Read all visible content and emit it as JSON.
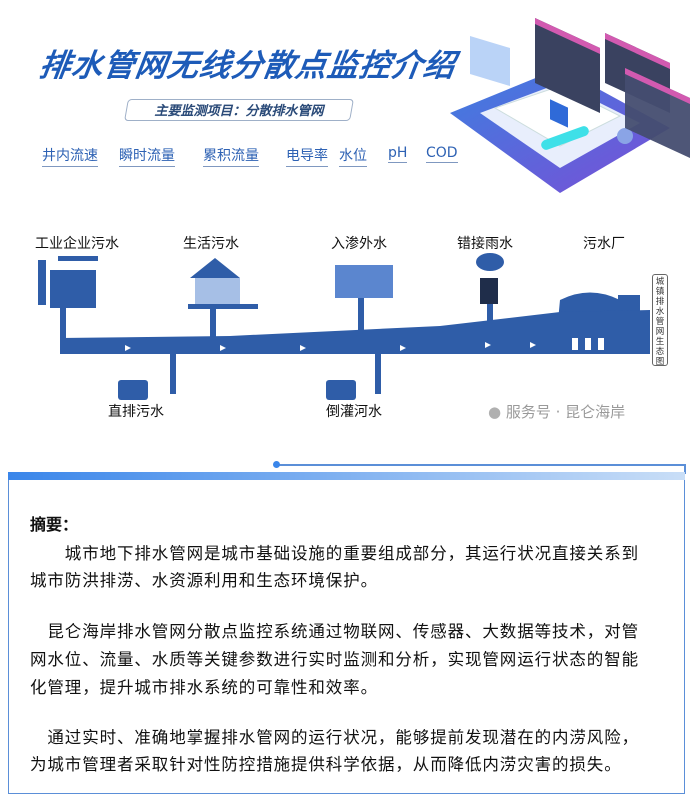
{
  "header": {
    "title": "排水管网无线分散点监控介绍",
    "subtitle": "主要监测项目：分散排水管网",
    "params": [
      "井内流速",
      "瞬时流量",
      "累积流量",
      "电导率",
      "水位",
      "pH",
      "COD"
    ]
  },
  "diagram": {
    "sources": [
      "工业企业污水",
      "生活污水",
      "入渗外水",
      "错接雨水",
      "污水厂"
    ],
    "outlets": [
      "直排污水",
      "倒灌河水"
    ],
    "vertical_label": "城镇排水管网生态图",
    "watermark": "服务号 · 昆仑海岸",
    "colors": {
      "pipe": "#2f5da8"
    }
  },
  "summary": {
    "heading": "摘要：",
    "paragraphs": [
      [
        "　　城市地下排水管网是城市基础设施的重要组成部分，其运行状况直接关系到",
        "城市防洪排涝、水资源利用和生态环境保护。"
      ],
      [
        "　昆仑海岸排水管网分散点监控系统通过物联网、传感器、大数据等技术，对管",
        "网水位、流量、水质等关键参数进行实时监测和分析，实现管网运行状态的智能",
        "化管理，提升城市排水系统的可靠性和效率。"
      ],
      [
        "　通过实时、准确地掌握排水管网的运行状况，能够提前发现潜在的内涝风险，",
        "为城市管理者采取针对性防控措施提供科学依据，从而降低内涝灾害的损失。"
      ]
    ]
  }
}
